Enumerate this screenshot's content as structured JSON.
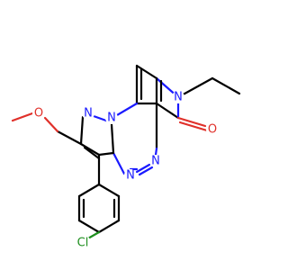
{
  "molecule": {
    "colors": {
      "carbon": "#000000",
      "nitrogen": "#1a1aff",
      "oxygen": "#e0302a",
      "chlorine": "#1e8f1e"
    },
    "labels": {
      "n_pyridinone": "N",
      "o_carbonyl": "O",
      "n_pyrazole_bridge": "N",
      "n_pyrazole": "N",
      "n_triazine_a": "N",
      "n_triazine_b": "N",
      "o_ether": "O",
      "cl": "Cl"
    }
  }
}
